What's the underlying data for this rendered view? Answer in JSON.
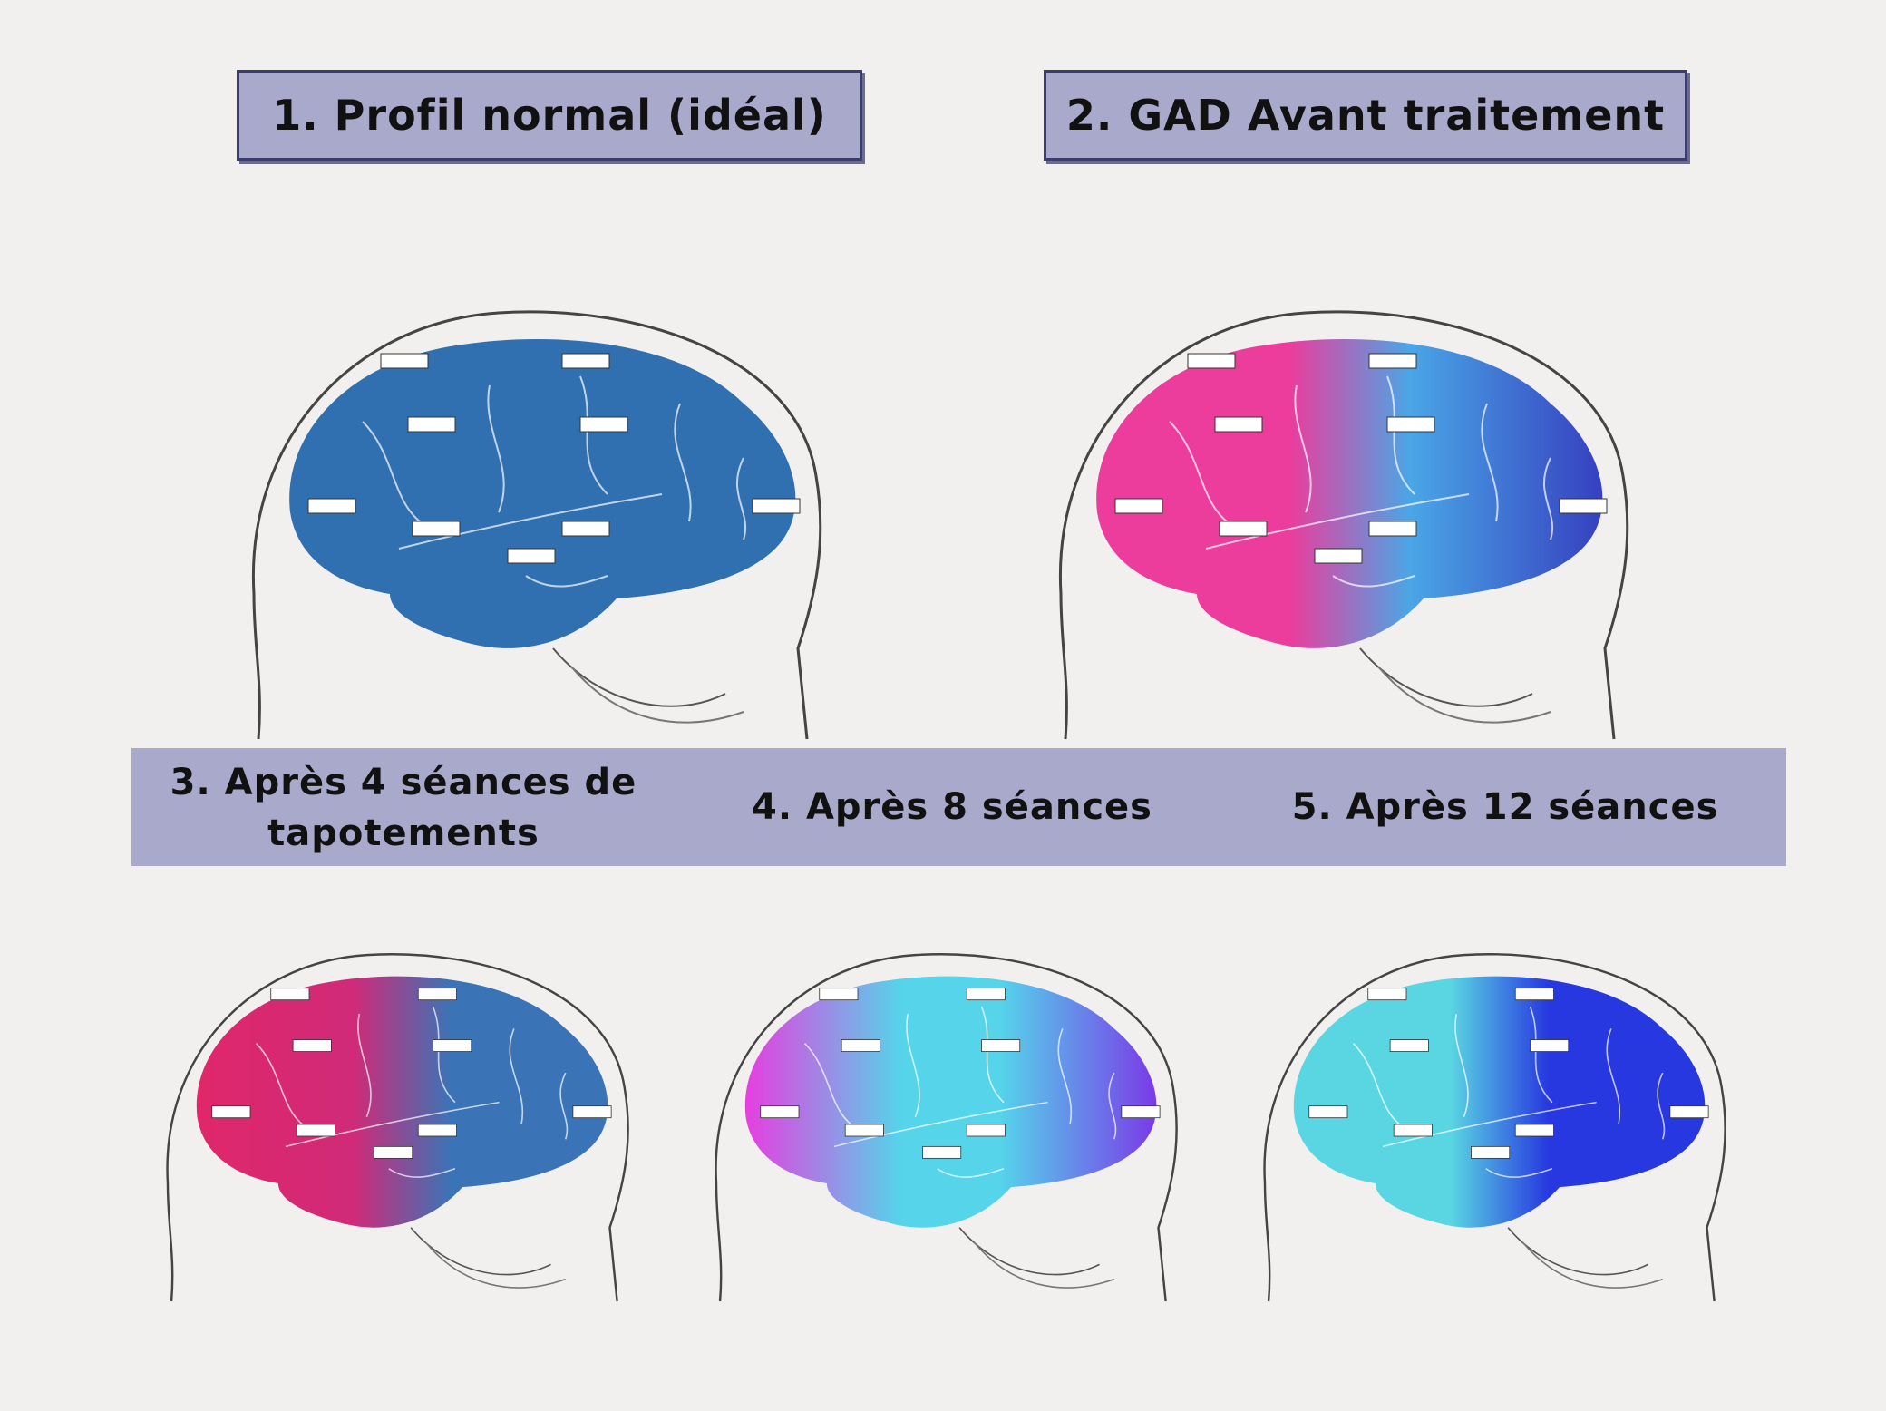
{
  "panels": [
    {
      "label": "1. Profil normal (idéal)",
      "colors": [
        "#3170b0",
        "#3170b0",
        "#3170b0",
        "#3170b0"
      ]
    },
    {
      "label": "2. GAD Avant traitement",
      "colors": [
        "#ec3c9c",
        "#ec3c9c",
        "#4aa6e6",
        "#3640c0"
      ]
    },
    {
      "label": "3. Après 4 séances de tapotements",
      "colors": [
        "#e0276a",
        "#d02a78",
        "#3a74b6",
        "#3a74b6"
      ]
    },
    {
      "label": "4. Après 8 séances",
      "colors": [
        "#e63ee0",
        "#55d4ea",
        "#55d4ea",
        "#7a3ae8"
      ]
    },
    {
      "label": "5. Après 12 séances",
      "colors": [
        "#5ad6e2",
        "#5ad6e2",
        "#2738e0",
        "#2738e0"
      ]
    }
  ]
}
